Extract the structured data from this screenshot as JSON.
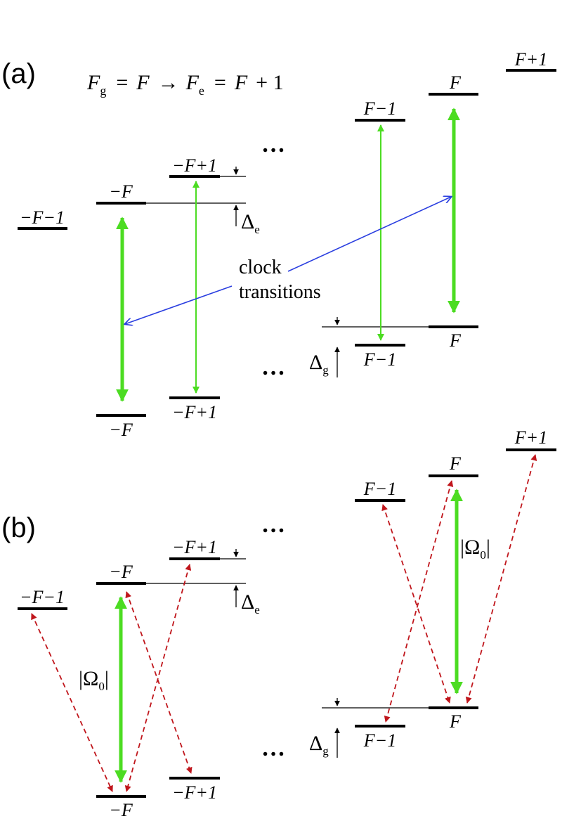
{
  "panels": {
    "a": "(a)",
    "b": "(b)"
  },
  "equation": {
    "F": "F",
    "g": "g",
    "eq": "=",
    "arrow": "→",
    "e": "e",
    "plus1": "+ 1"
  },
  "ellipsis": "…",
  "colors": {
    "strong_transition": "#4cdc22",
    "clock_pointer": "#2b3fe0",
    "coupling": "#c0161c"
  },
  "a": {
    "excited": {
      "minus_F_minus_1": "−F−1",
      "minus_F": "−F",
      "minus_F_plus_1": "−F+1",
      "F_minus_1": "F−1",
      "F": "F",
      "F_plus_1": "F+1"
    },
    "ground": {
      "minus_F": "−F",
      "minus_F_plus_1": "−F+1",
      "F_minus_1": "F−1",
      "F": "F"
    },
    "clock_label_1": "clock",
    "clock_label_2": "transitions",
    "delta": "Δ",
    "delta_e_sub": "e",
    "delta_g_sub": "g"
  },
  "b": {
    "excited": {
      "minus_F_minus_1": "−F−1",
      "minus_F": "−F",
      "minus_F_plus_1": "−F+1",
      "F_minus_1": "F−1",
      "F": "F",
      "F_plus_1": "F+1"
    },
    "ground": {
      "minus_F": "−F",
      "minus_F_plus_1": "−F+1",
      "F_minus_1": "F−1",
      "F": "F"
    },
    "omega_left": "|Ω",
    "omega_sub": "0",
    "omega_right": "|",
    "delta": "Δ",
    "delta_e_sub": "e",
    "delta_g_sub": "g"
  }
}
